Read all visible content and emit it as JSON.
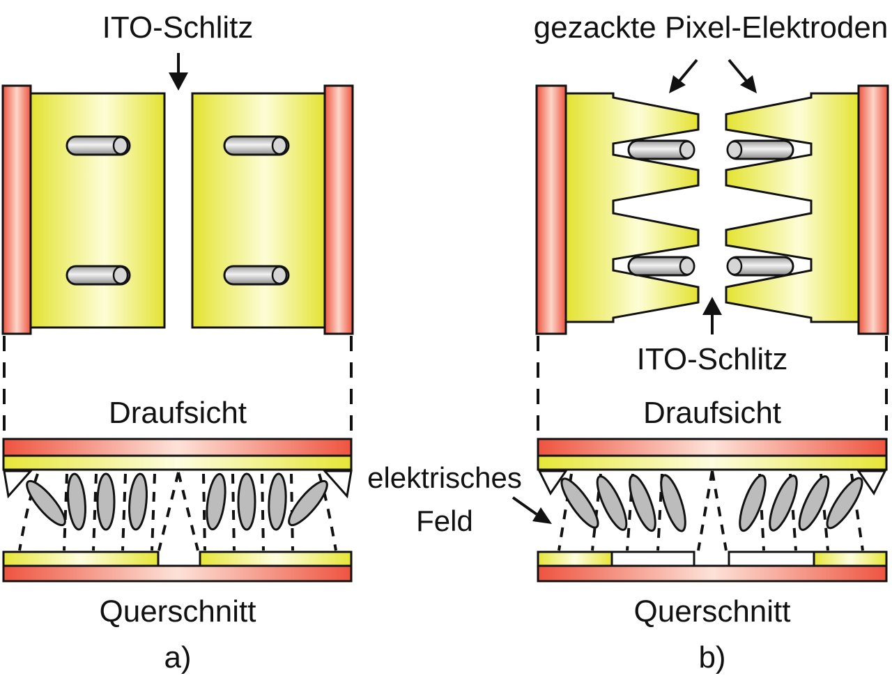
{
  "panel_a": {
    "slit_label": "ITO-Schlitz",
    "top_view_label": "Draufsicht",
    "cross_section_label": "Querschnitt",
    "caption": "a)"
  },
  "panel_b": {
    "electrodes_label": "gezackte Pixel-Elektroden",
    "slit_label": "ITO-Schlitz",
    "field_label_line1": "elektrisches",
    "field_label_line2": "Feld",
    "top_view_label": "Draufsicht",
    "cross_section_label": "Querschnitt",
    "caption": "b)"
  },
  "colors": {
    "electrode_yellow": "#e8e83a",
    "electrode_highlight": "#fdfdd8",
    "bus_red": "#f05a45",
    "bus_highlight": "#fde0d4",
    "molecule_gray": "#b9b9b9",
    "outline": "#111111"
  }
}
